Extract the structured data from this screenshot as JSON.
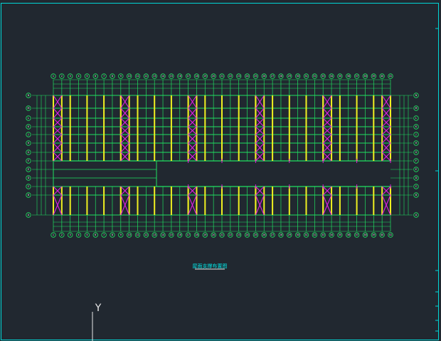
{
  "drawing": {
    "title": "屋面支撑布置图",
    "ucs_axis_label": "Y",
    "colors": {
      "background": "#212830",
      "frame": "#00d7d7",
      "grid_lines": "#20e060",
      "purlin": "#f0f020",
      "bracing": "#e020e0",
      "bubble_outline": "#20e060",
      "text": "#e6e6e6"
    },
    "column_axes": [
      "1",
      "2",
      "3",
      "4",
      "5",
      "6",
      "7",
      "8",
      "9",
      "10",
      "11",
      "12",
      "13",
      "14",
      "15",
      "16",
      "17",
      "18",
      "19",
      "20",
      "21",
      "22",
      "23",
      "24",
      "25",
      "26",
      "27",
      "28",
      "29",
      "30",
      "31",
      "32",
      "33",
      "34",
      "35",
      "36",
      "37",
      "38",
      "39",
      "40",
      "41"
    ],
    "row_axes": [
      "N",
      "M",
      "L",
      "K",
      "J",
      "H",
      "G",
      "F",
      "E",
      "D",
      "C",
      "B",
      "A"
    ],
    "braced_bays_top": [
      1,
      9,
      17,
      25,
      33,
      40
    ],
    "braced_bays_bottom": [
      1,
      9,
      17,
      25,
      33,
      40
    ]
  }
}
